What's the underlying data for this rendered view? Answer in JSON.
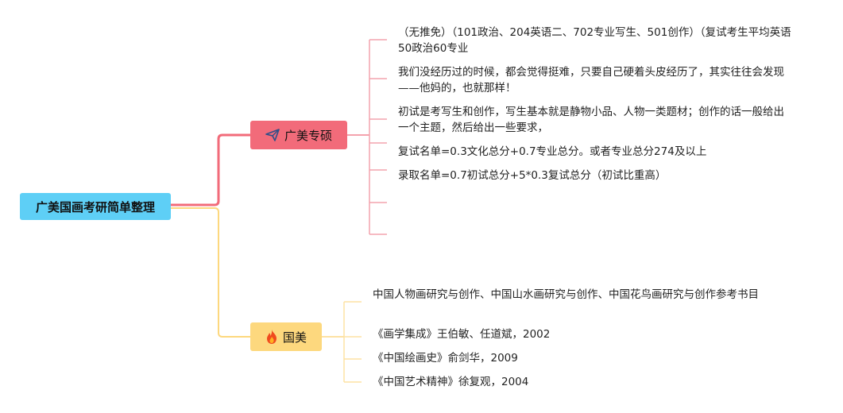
{
  "root": {
    "label": "广美国画考研简单整理",
    "color": "#5ecff6"
  },
  "branches": [
    {
      "label": "广美专硕",
      "icon": "paper-plane-icon",
      "color": "#f26b7a",
      "leaves": [
        "（无推免）（101政治、204英语二、702专业写生、501创作）（复试考生平均英语50政治60专业",
        "我们没经历过的时候，都会觉得挺难，只要自己硬着头皮经历了，其实往往会发现——他妈的，也就那样！",
        "初试是考写生和创作，写生基本就是静物小品、人物一类题材；创作的话一般给出一个主题，然后给出一些要求，",
        "复试名单=0.3文化总分+0.7专业总分。或者专业总分274及以上",
        "录取名单=0.7初试总分+5*0.3复试总分（初试比重高）",
        "",
        ""
      ]
    },
    {
      "label": "国美",
      "icon": "fire-icon",
      "color": "#fdd87e",
      "leaves": [
        "中国人物画研究与创作、中国山水画研究与创作、中国花鸟画研究与创作参考书目",
        "《画学集成》王伯敏、任道斌，2002",
        "《中国绘画史》俞剑华，2009",
        "《中国艺术精神》徐复观，2004"
      ]
    }
  ]
}
